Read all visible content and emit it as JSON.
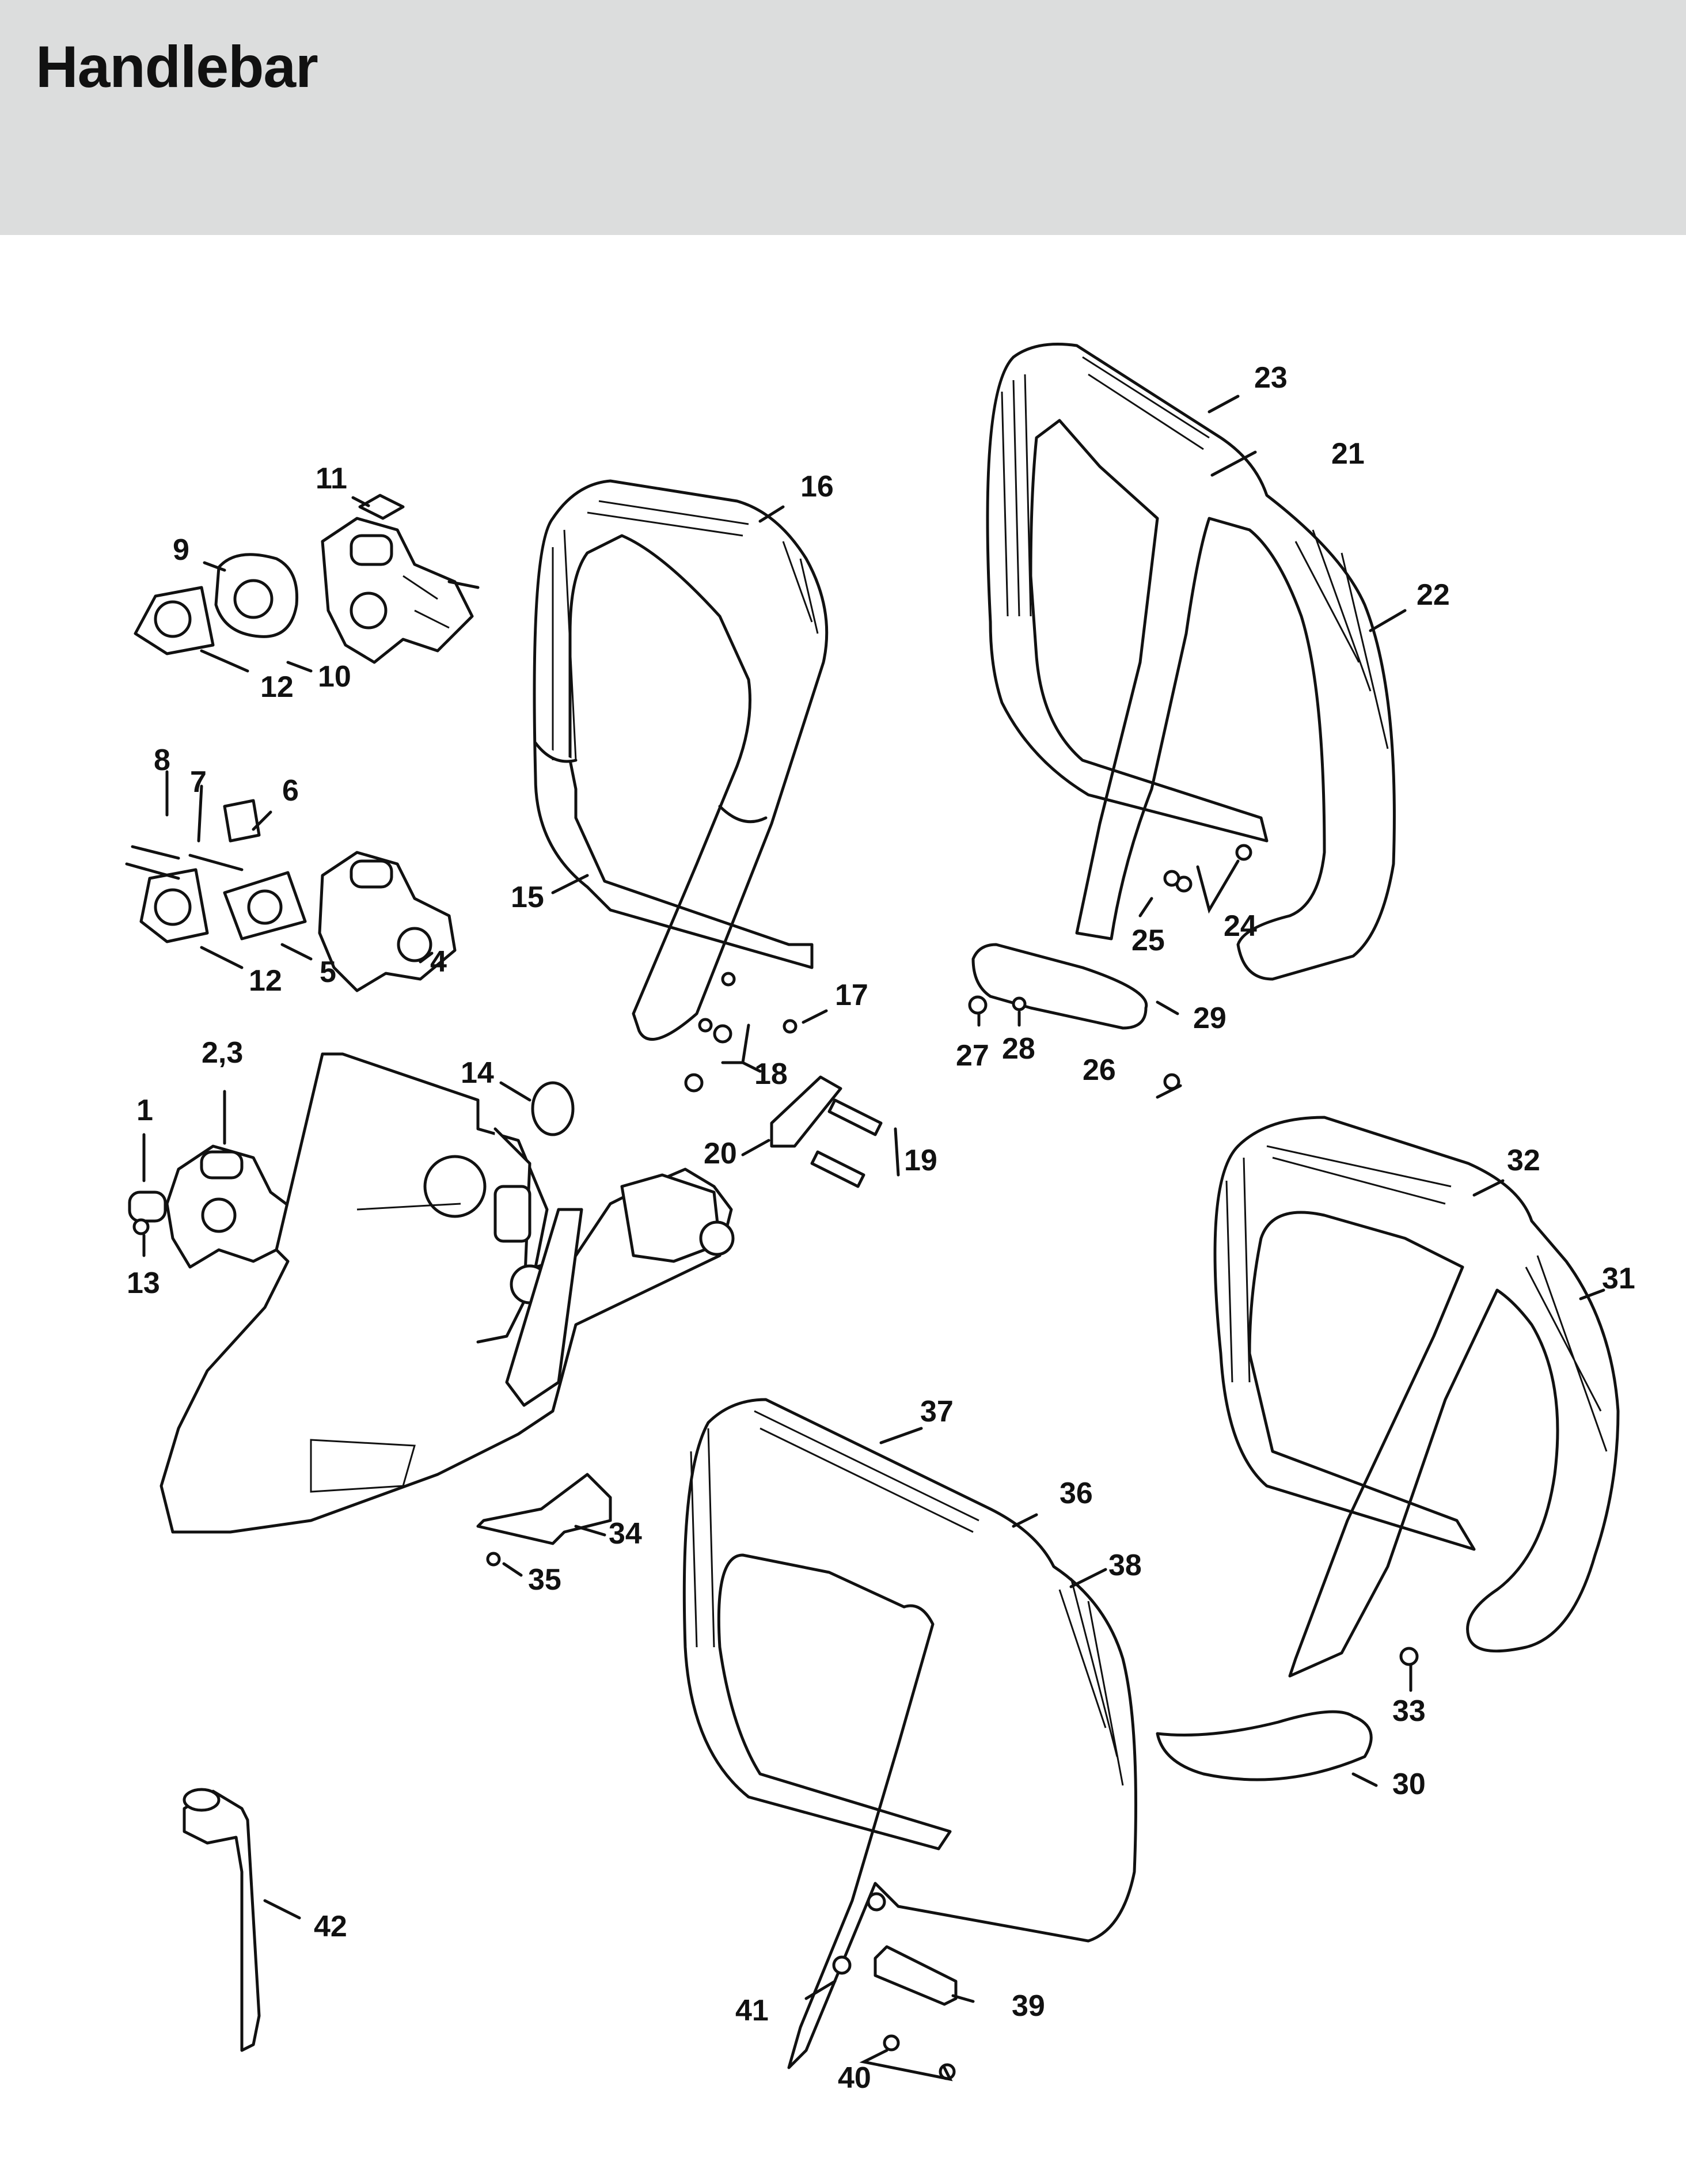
{
  "page": {
    "title": "Handlebar"
  },
  "labels": {
    "p1": "1",
    "p2_3": "2,3",
    "p4": "4",
    "p5": "5",
    "p6": "6",
    "p7": "7",
    "p8": "8",
    "p9": "9",
    "p10": "10",
    "p11": "11",
    "p12a": "12",
    "p12b": "12",
    "p13": "13",
    "p14": "14",
    "p15": "15",
    "p16": "16",
    "p17": "17",
    "p18": "18",
    "p19": "19",
    "p20": "20",
    "p21": "21",
    "p22": "22",
    "p23": "23",
    "p24": "24",
    "p25": "25",
    "p26": "26",
    "p27": "27",
    "p28": "28",
    "p29": "29",
    "p30": "30",
    "p31": "31",
    "p32": "32",
    "p33": "33",
    "p34": "34",
    "p35": "35",
    "p36": "36",
    "p37": "37",
    "p38": "38",
    "p39": "39",
    "p40": "40",
    "p41": "41",
    "p42": "42"
  },
  "colors": {
    "header_background": "#dcdddd",
    "line": "#111111",
    "page_background": "#ffffff"
  }
}
